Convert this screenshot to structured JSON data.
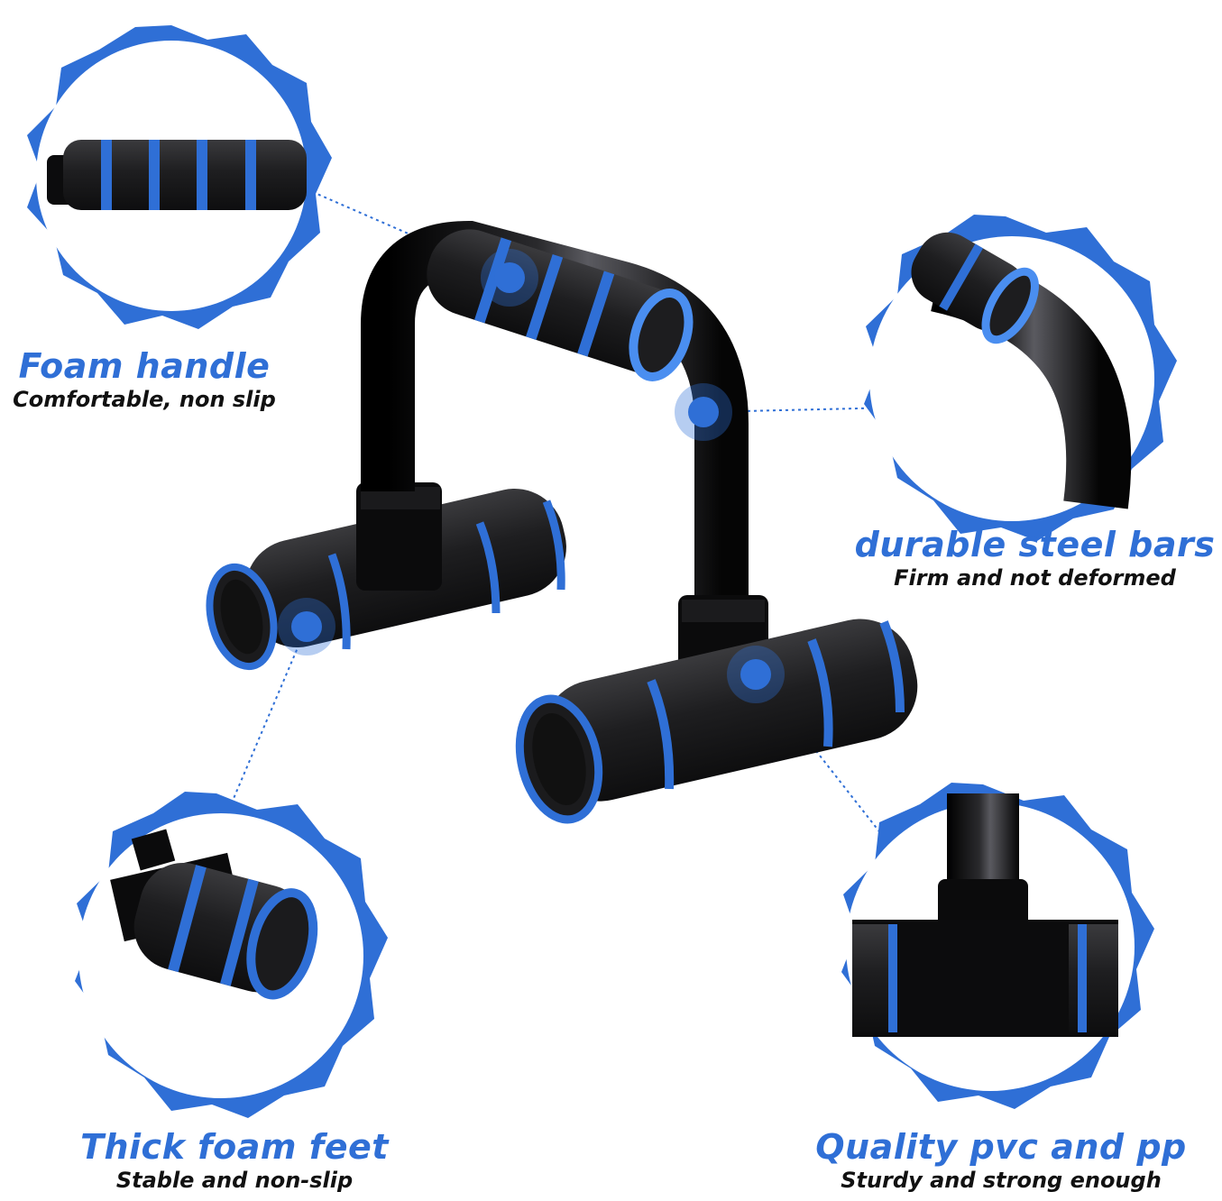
{
  "colors": {
    "accent": "#2f6fd6",
    "accent_light": "#8fb4ee",
    "foam_black": "#1c1c1e",
    "steel_black": "#0b0b0c"
  },
  "callouts": [
    {
      "title": "Foam handle",
      "subtitle": "Comfortable, non slip",
      "icon": "foam-handle-closeup"
    },
    {
      "title": "durable steel bars",
      "subtitle": "Firm and not deformed",
      "icon": "steel-bar-closeup"
    },
    {
      "title": "Thick foam feet",
      "subtitle": "Stable and non-slip",
      "icon": "foam-foot-closeup"
    },
    {
      "title": "Quality pvc and pp",
      "subtitle": "Sturdy and strong enough",
      "icon": "t-joint-closeup"
    }
  ]
}
